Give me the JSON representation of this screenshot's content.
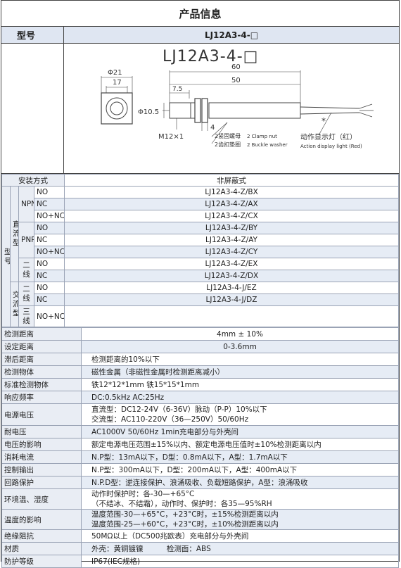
{
  "title": "产品信息",
  "model_label": "型号",
  "model_value": "LJ12A3-4-□",
  "drawing": {
    "heading": "LJ12A3-4-□",
    "dims": {
      "d21": "Φ21",
      "d17": "17",
      "d60": "60",
      "d50": "50",
      "d7_5": "7.5",
      "d10_5": "Φ10.5",
      "d4": "4",
      "m12": "M12×1"
    },
    "notes": {
      "n1": "2紧固螺母",
      "n1_en": "2 Clamp nut",
      "n2": "2齿扣垫圈",
      "n2_en": "2 Buckle washer",
      "indicator_zh": "动作显示灯（红）",
      "indicator_en": "Action display light (Red)",
      "star": "*"
    }
  },
  "install": {
    "label": "安装方式",
    "value": "非屏蔽式"
  },
  "type_label": "型号",
  "dc_label": "直流型",
  "ac_label": "交流型",
  "groups": {
    "npn": "NPN",
    "pnp": "PNP",
    "dc2": "二线",
    "ac2": "二线",
    "ac3": "三线"
  },
  "models": [
    {
      "contact": "NO",
      "value": "LJ12A3-4-Z/BX"
    },
    {
      "contact": "NC",
      "value": "LJ12A3-4-Z/AX"
    },
    {
      "contact": "NO+NC",
      "value": "LJ12A3-4-Z/CX"
    },
    {
      "contact": "NO",
      "value": "LJ12A3-4-Z/BY"
    },
    {
      "contact": "NC",
      "value": "LJ12A3-4-Z/AY"
    },
    {
      "contact": "NO+NC",
      "value": "LJ12A3-4-Z/CY"
    },
    {
      "contact": "NO",
      "value": "LJ12A3-4-Z/EX"
    },
    {
      "contact": "NC",
      "value": "LJ12A3-4-Z/DX"
    },
    {
      "contact": "NO",
      "value": "LJ12A3-4-J/EZ"
    },
    {
      "contact": "NC",
      "value": "LJ12A3-4-J/DZ"
    },
    {
      "contact": "NO+NC",
      "value": ""
    }
  ],
  "specs": {
    "detect_distance": {
      "label": "检测距离",
      "value": "4mm ± 10%"
    },
    "set_distance": {
      "label": "设定距离",
      "value": "0-3.6mm"
    },
    "hysteresis": {
      "label": "滞后距离",
      "value": "检测距离的10%以下"
    },
    "target": {
      "label": "检测物体",
      "value": "磁性金属（非磁性金属时检测距离减小）"
    },
    "std_target": {
      "label": "标准检测物体",
      "value": "铁12*12*1mm 铁15*15*1mm"
    },
    "frequency": {
      "label": "响应频率",
      "value": "DC:0.5kHz AC:25Hz"
    },
    "power": {
      "label": "电源电压",
      "line1": "直流型：DC12-24V（6-36V）脉动（P-P）10%以下",
      "line2": "交流型：AC110-220V（36—250V）50/60Hz"
    },
    "withstand": {
      "label": "耐电压",
      "value": "AC1000V 50/60Hz 1min充电部分与外壳间"
    },
    "voltage_effect": {
      "label": "电压的影响",
      "value": "额定电源电压范围±15%以内、额定电源电压值时±10%检测距离以内"
    },
    "current": {
      "label": "消耗电流",
      "value": "N.P型：13mA以下，D型：0.8mA以下，A型：1.7mA以下"
    },
    "output": {
      "label": "控制输出",
      "value": "N.P型：300mA以下，D型：200mA以下，A型：400mA以下"
    },
    "protection": {
      "label": "回路保护",
      "value": "N.P.D型：逆连接保护、浪涌吸收、负载短路保护，A型：浪涌吸收"
    },
    "env": {
      "label": "环境温、湿度",
      "line1": "动作时保护时：各-30—+65°C",
      "line2": "（不结冰、不结霜），动作时、保护时：各35—95%RH"
    },
    "temp_effect": {
      "label": "温度的影响",
      "line1": "温度范围-30—+65°C，+23°C时，±15%检测距离以内",
      "line2": "温度范围-25—+60°C，+23°C时，±10%检测距离以内"
    },
    "insulation": {
      "label": "绝缘阻抗",
      "value": "50MΩ以上（DC500兆欧表）充电部分与外壳间"
    },
    "material": {
      "label": "材质",
      "value": "外壳：黄铜镀镍          检测面：ABS"
    },
    "ip": {
      "label": "防护等级",
      "value": "IP67(IEC规格)"
    }
  }
}
